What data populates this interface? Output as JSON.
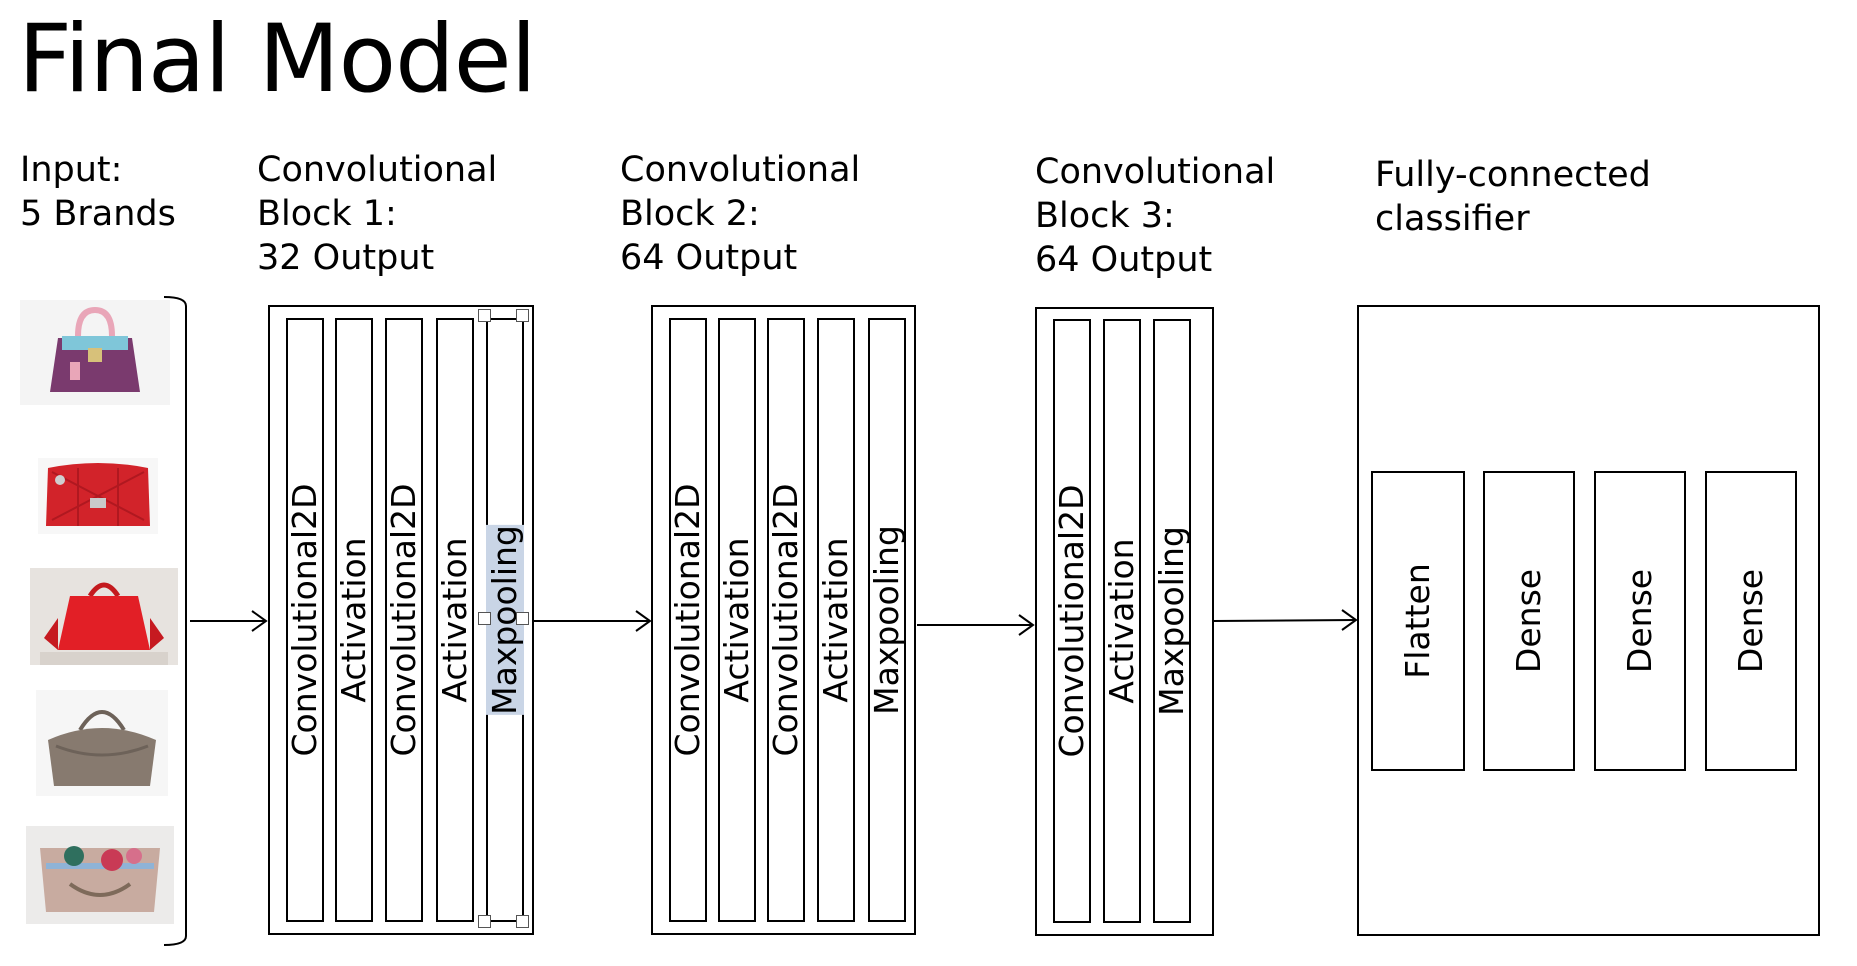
{
  "title": "Final Model",
  "input": {
    "line1": "Input:",
    "line2": "5 Brands"
  },
  "blocks": [
    {
      "line1": "Convolutional",
      "line2": "Block 1:",
      "line3": "32 Output",
      "layers": [
        "Convolutional2D",
        "Activation",
        "Convolutional2D",
        "Activation",
        "Maxpooling"
      ]
    },
    {
      "line1": "Convolutional",
      "line2": "Block 2:",
      "line3": "64 Output",
      "layers": [
        "Convolutional2D",
        "Activation",
        "Convolutional2D",
        "Activation",
        "Maxpooling"
      ]
    },
    {
      "line1": "Convolutional",
      "line2": "Block 3:",
      "line3": "64 Output",
      "layers": [
        "Convolutional2D",
        "Activation",
        "Maxpooling"
      ]
    }
  ],
  "classifier": {
    "line1": "Fully-connected",
    "line2": "classifier",
    "layers": [
      "Flatten",
      "Dense",
      "Dense",
      "Dense"
    ]
  },
  "colors": {
    "selection": "#c9d5e6",
    "line": "#000000"
  },
  "icons": [
    "handbag-purple-image",
    "handbag-red-quilted-image",
    "handbag-red-tote-image",
    "handbag-taupe-image",
    "handbag-floral-image"
  ]
}
